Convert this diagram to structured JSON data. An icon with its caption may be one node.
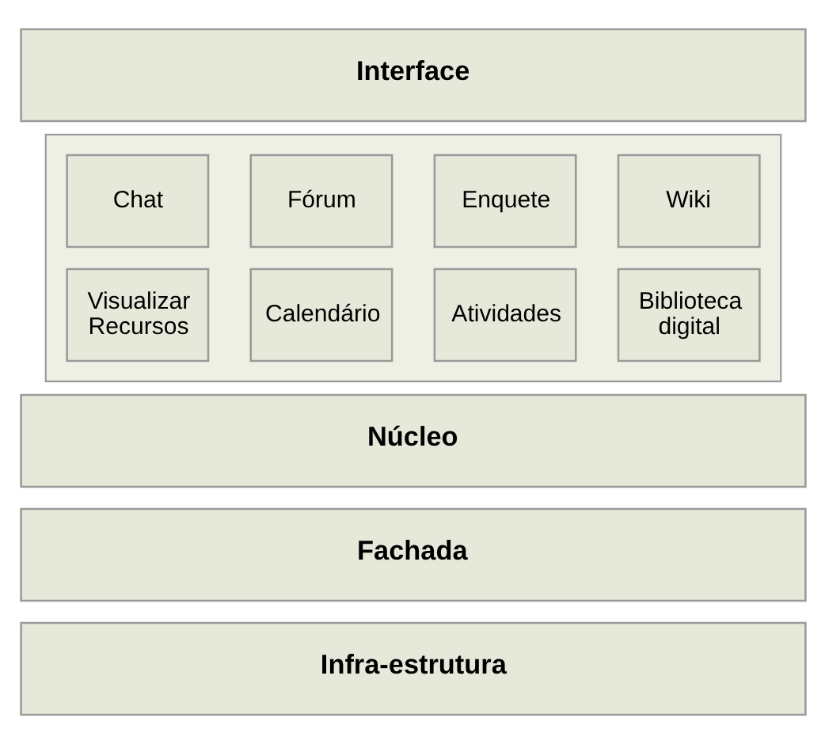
{
  "diagram": {
    "nodes": [
      {
        "text": [
          "Interface"
        ]
      },
      {
        "text": [],
        "shape": "box"
      },
      {
        "text": [
          "Chat"
        ],
        "in": 1
      },
      {
        "text": [
          "Fórum"
        ],
        "in": 1
      },
      {
        "text": [
          "Enquete"
        ],
        "in": 1
      },
      {
        "text": [
          "Wiki"
        ],
        "in": 1
      },
      {
        "text": [
          "Visualizar Recursos"
        ],
        "in": 1
      },
      {
        "text": [
          "Calendário"
        ],
        "in": 1
      },
      {
        "text": [
          "Atividades"
        ],
        "in": 1
      },
      {
        "text": [
          "Biblioteca digital"
        ],
        "in": 1
      },
      {
        "text": [
          "Núcleo"
        ]
      },
      {
        "text": [
          "Fachada"
        ]
      },
      {
        "text": [
          "Infra-estrutura"
        ]
      }
    ],
    "edges": []
  }
}
